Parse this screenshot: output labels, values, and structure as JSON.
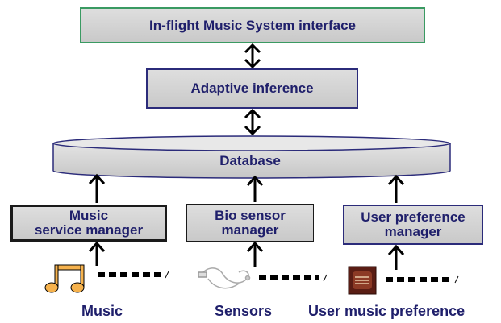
{
  "title": "In-flight  Music System interface",
  "adaptive": "Adaptive inference",
  "database": "Database",
  "managers": {
    "music": "Music\nservice manager",
    "bio": "Bio sensor\nmanager",
    "user": "User preference\nmanager"
  },
  "captions": {
    "music": "Music",
    "sensors": "Sensors",
    "preference": "User music preference"
  },
  "icons": {
    "music": "music-note-icon",
    "sensor": "sensor-cable-icon",
    "preference": "radio-icon"
  },
  "colors": {
    "box_fill": "#d4d4d4",
    "text": "#1f1f6b",
    "top_border": "#3a9a62",
    "music_icon": "#f6b24d"
  }
}
